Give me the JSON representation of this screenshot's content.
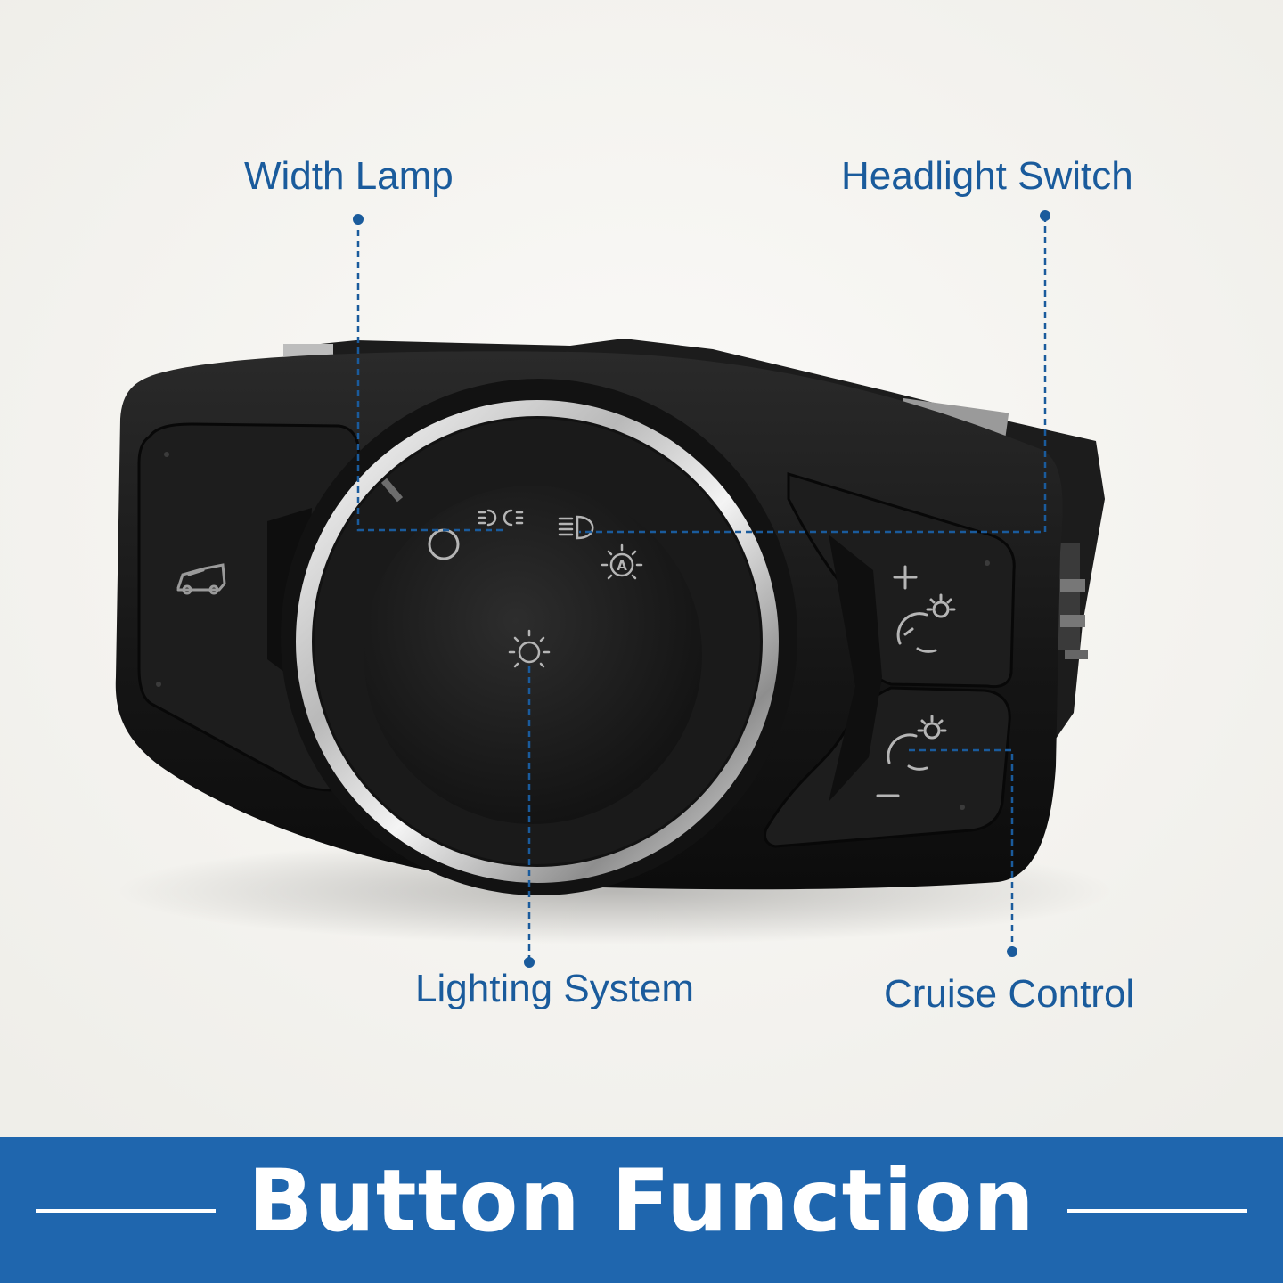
{
  "callouts": {
    "width_lamp": "Width Lamp",
    "headlight_switch": "Headlight Switch",
    "lighting_system": "Lighting System",
    "cruise_control": "Cruise Control"
  },
  "banner": {
    "title": "Button Function"
  },
  "colors": {
    "accent_blue": "#1a5b9c",
    "banner_blue": "#1f66ae",
    "switch_body": "#161616",
    "chrome_ring": "#d8d8d8",
    "background": "#f7f6f3"
  },
  "icons": [
    "rear-liftgate-icon",
    "off-icon",
    "parking-lamp-icon",
    "headlamp-icon",
    "auto-headlamp-icon",
    "interior-light-icon",
    "plus-icon",
    "minus-icon",
    "dimmer-up-icon",
    "dimmer-down-icon"
  ]
}
